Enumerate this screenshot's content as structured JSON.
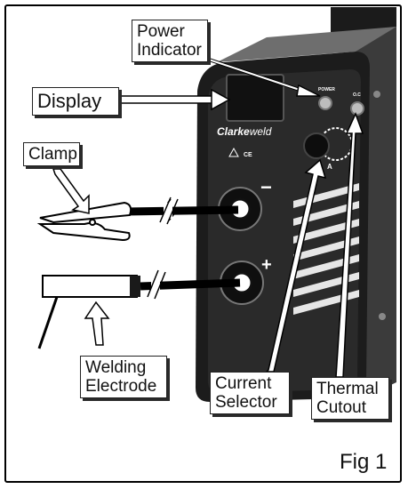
{
  "labels": {
    "power_indicator": [
      "Power",
      "Indicator"
    ],
    "display": "Display",
    "clamp": "Clamp",
    "welding_electrode": [
      "Welding",
      "Electrode"
    ],
    "current_selector": [
      "Current",
      "Selector"
    ],
    "thermal_cutout": [
      "Thermal",
      "Cutout"
    ]
  },
  "panel": {
    "brand_bold": "Clarke",
    "brand_light": "weld",
    "power_text": "POWER",
    "oc_text": "O.C",
    "minus_sign": "−",
    "plus_sign": "+",
    "knob_letter": "A",
    "ce_mark": "CE"
  },
  "figure_label": "Fig 1"
}
